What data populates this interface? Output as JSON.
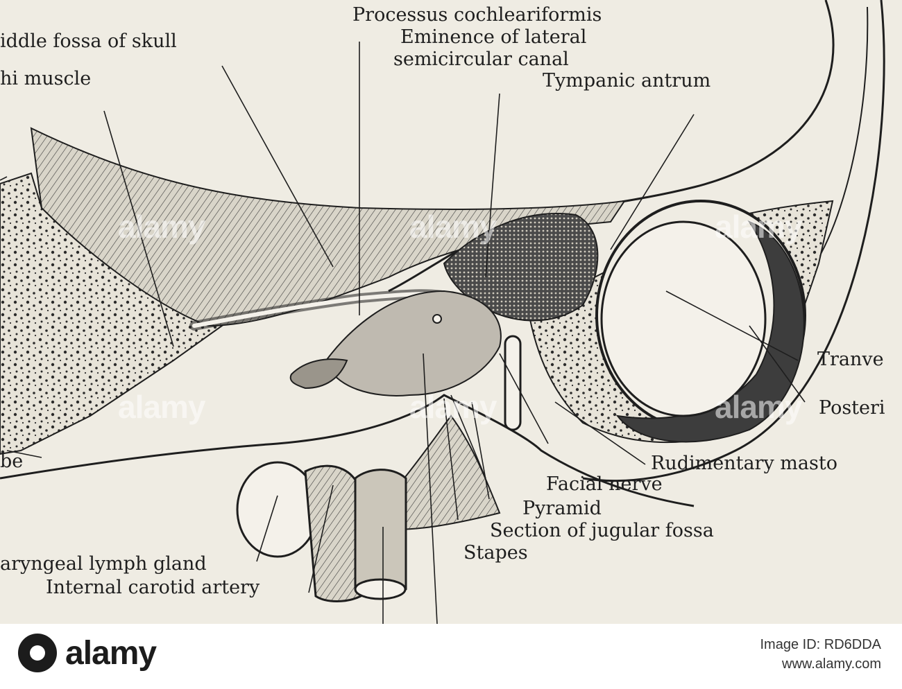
{
  "labels": {
    "processus": "Processus cochleariformis",
    "middle_fossa": "iddle fossa of skull",
    "eminence_line1": "Eminence of lateral",
    "eminence_line2": "semicircular canal",
    "tensor_muscle": "hi muscle",
    "tympanic_antrum": "Tympanic antrum",
    "tranve": "Tranve",
    "posteri": "Posteri",
    "rudimentary": "Rudimentary masto",
    "tube": "be",
    "facial_nerve": "Facial nerve",
    "pyramid": "Pyramid",
    "jugular_fossa": "Section of jugular fossa",
    "stapes": "Stapes",
    "lymph_gland": "aryngeal lymph gland",
    "carotid": "Internal carotid artery"
  },
  "watermark": "alamy",
  "footer": {
    "brand": "alamy",
    "image_id": "Image ID: RD6DDA",
    "site": "www.alamy.com"
  },
  "colors": {
    "plate_bg": "#efece3",
    "ink": "#1e1e1e",
    "footer_bg": "#ffffff"
  }
}
